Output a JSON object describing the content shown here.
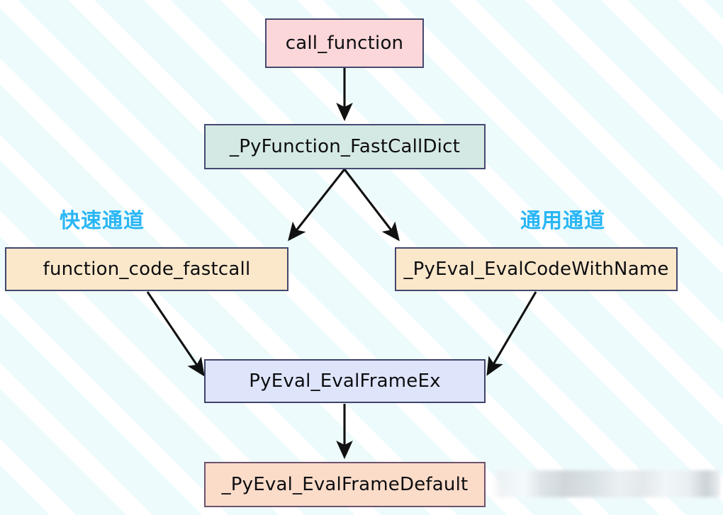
{
  "diagram": {
    "title_visible": false,
    "background": {
      "pattern": "diagonal-stripes",
      "stripe_color": "#eefbfd",
      "base_color": "#ffffff"
    },
    "nodes": [
      {
        "id": "call_function",
        "label": "call_function",
        "fill": "#fbd7d9",
        "border": "#47496e"
      },
      {
        "id": "fastcalldict",
        "label": "_PyFunction_FastCallDict",
        "fill": "#d4e9e3",
        "border": "#454a72"
      },
      {
        "id": "function_code_fastcall",
        "label": "function_code_fastcall",
        "fill": "#fbe8cb",
        "border": "#44476d"
      },
      {
        "id": "evalcodewithname",
        "label": "_PyEval_EvalCodeWithName",
        "fill": "#fbe8cb",
        "border": "#44476d"
      },
      {
        "id": "evalframeex",
        "label": "PyEval_EvalFrameEx",
        "fill": "#dee5fb",
        "border": "#3f4369"
      },
      {
        "id": "evalframedefault",
        "label": "_PyEval_EvalFrameDefault",
        "fill": "#fbdcc9",
        "border": "#6d5270"
      }
    ],
    "annotations": [
      {
        "id": "fast_path",
        "label": "快速通道",
        "color": "#2ab6f4"
      },
      {
        "id": "general_path",
        "label": "通用通道",
        "color": "#2ab6f4"
      }
    ],
    "edges": [
      {
        "from": "call_function",
        "to": "fastcalldict",
        "style": "solid-arrow",
        "color": "#111111"
      },
      {
        "from": "fastcalldict",
        "to": "function_code_fastcall",
        "style": "solid-arrow",
        "color": "#111111"
      },
      {
        "from": "fastcalldict",
        "to": "evalcodewithname",
        "style": "solid-arrow",
        "color": "#111111"
      },
      {
        "from": "function_code_fastcall",
        "to": "evalframeex",
        "style": "solid-arrow",
        "color": "#111111"
      },
      {
        "from": "evalcodewithname",
        "to": "evalframeex",
        "style": "solid-arrow",
        "color": "#111111"
      },
      {
        "from": "evalframeex",
        "to": "evalframedefault",
        "style": "solid-arrow",
        "color": "#111111"
      }
    ],
    "watermark": {
      "present": true,
      "state": "blurred-mosaic",
      "text": ""
    }
  }
}
